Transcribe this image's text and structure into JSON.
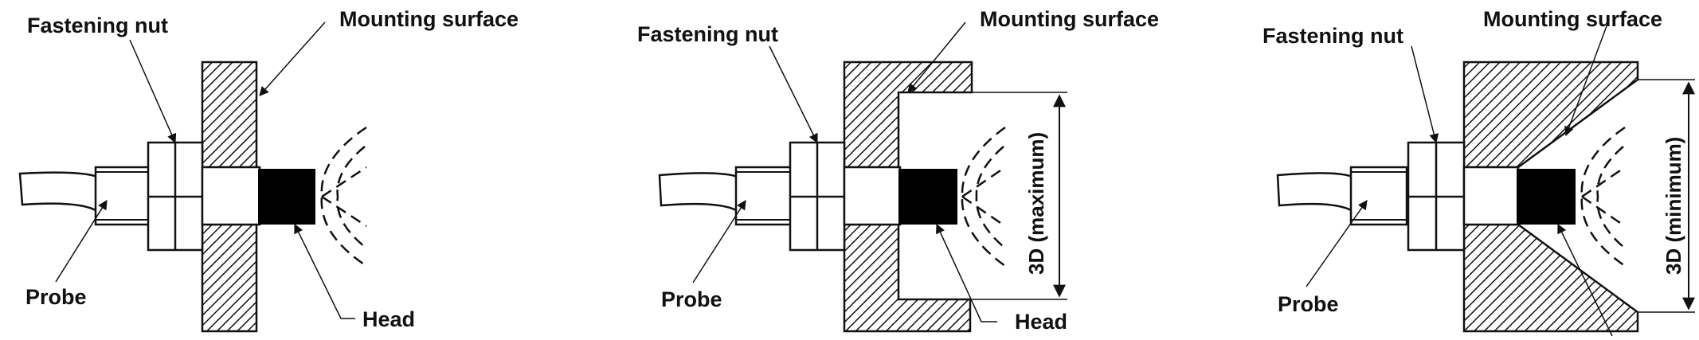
{
  "colors": {
    "ink": "#111111",
    "hatch_bg": "#ffffff",
    "head_fill": "#000000"
  },
  "panels": [
    {
      "label_fastening_nut": "Fastening nut",
      "label_mounting_surface": "Mounting surface",
      "label_probe": "Probe",
      "label_head": "Head"
    },
    {
      "label_fastening_nut": "Fastening nut",
      "label_mounting_surface": "Mounting surface",
      "label_probe": "Probe",
      "label_head": "Head",
      "dimension_label": "3D (maximum)"
    },
    {
      "label_fastening_nut": "Fastening nut",
      "label_mounting_surface": "Mounting surface",
      "label_probe": "Probe",
      "dimension_label": "3D (minimum)"
    }
  ]
}
